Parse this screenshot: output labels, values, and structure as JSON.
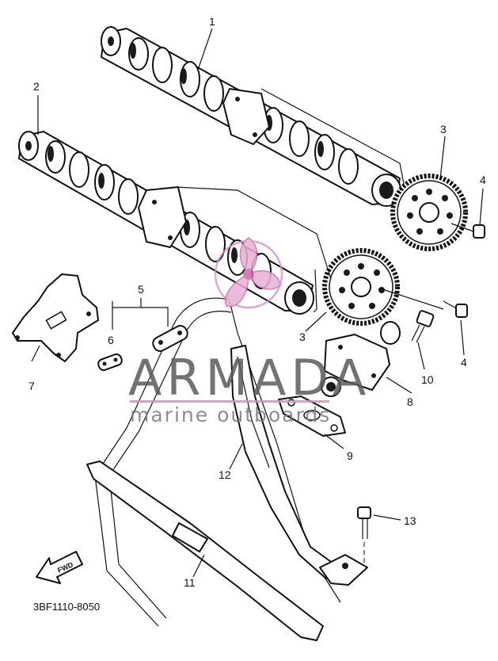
{
  "diagram": {
    "part_labels": [
      {
        "id": "1",
        "text": "1"
      },
      {
        "id": "2",
        "text": "2"
      },
      {
        "id": "3a",
        "text": "3"
      },
      {
        "id": "3b",
        "text": "3"
      },
      {
        "id": "4a",
        "text": "4"
      },
      {
        "id": "4b",
        "text": "4"
      },
      {
        "id": "5",
        "text": "5"
      },
      {
        "id": "6",
        "text": "6"
      },
      {
        "id": "7",
        "text": "7"
      },
      {
        "id": "8",
        "text": "8"
      },
      {
        "id": "9",
        "text": "9"
      },
      {
        "id": "10",
        "text": "10"
      },
      {
        "id": "11",
        "text": "11"
      },
      {
        "id": "12",
        "text": "12"
      },
      {
        "id": "13",
        "text": "13"
      }
    ],
    "fwd_arrow_text": "FWD",
    "drawing_code": "3BF1110-8050"
  },
  "watermark": {
    "brand": "ARMADA",
    "tagline": "marine outboards",
    "logo_color": "#d98bc0"
  }
}
